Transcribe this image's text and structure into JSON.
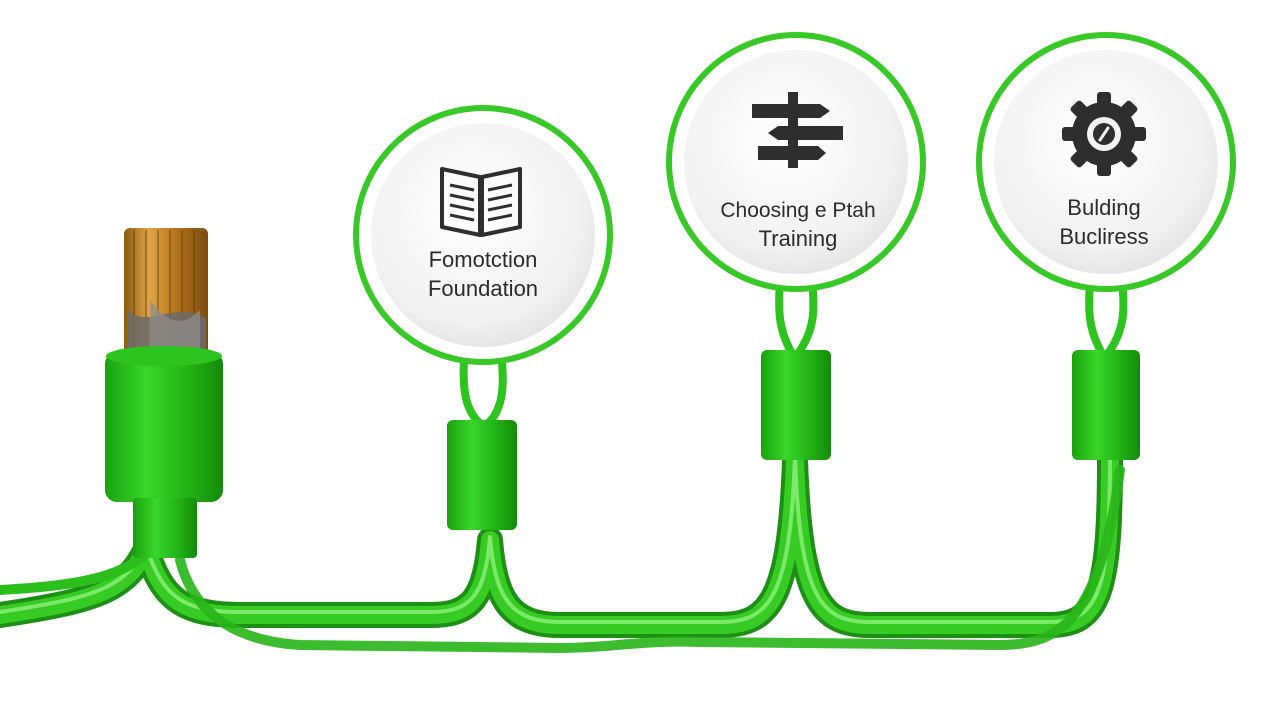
{
  "colors": {
    "cable_green": "#2fbf22",
    "cable_dark": "#1d8f14",
    "cable_light": "#6fe35c",
    "ring_green": "#2ec41f",
    "badge_fill": "#f2f2f2",
    "icon_color": "#2e2e2e",
    "copper": "#c98b2b"
  },
  "steps": [
    {
      "icon": "open-book-icon",
      "lines": [
        "Fomotction",
        "Foundation"
      ]
    },
    {
      "icon": "signpost-icon",
      "lines": [
        "Choosing e Ptah",
        "Training"
      ]
    },
    {
      "icon": "gear-icon",
      "lines": [
        "Bulding",
        "Bucliress"
      ]
    }
  ]
}
